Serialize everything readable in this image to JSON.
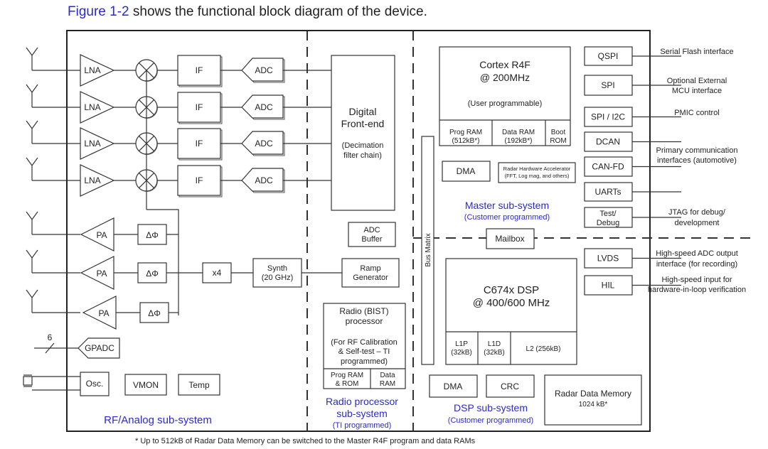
{
  "caption": {
    "figure_ref": "Figure 1-2",
    "text": " shows the functional block diagram of the device."
  },
  "rf": {
    "lna": [
      "LNA",
      "LNA",
      "LNA",
      "LNA"
    ],
    "if": [
      "IF",
      "IF",
      "IF",
      "IF"
    ],
    "adc": [
      "ADC",
      "ADC",
      "ADC",
      "ADC"
    ],
    "pa": [
      "PA",
      "PA",
      "PA"
    ],
    "phase": [
      "ΔΦ",
      "ΔΦ",
      "ΔΦ"
    ],
    "multiplier": "x4",
    "synth_line1": "Synth",
    "synth_line2": "(20 GHz)",
    "gpadc_count": "6",
    "gpadc": "GPADC",
    "osc": "Osc.",
    "vmon": "VMON",
    "temp": "Temp",
    "label": "RF/Analog sub-system"
  },
  "radio": {
    "dfe_line1": "Digital",
    "dfe_line2": "Front-end",
    "dfe_sub1": "(Decimation",
    "dfe_sub2": "filter chain)",
    "adc_buffer1": "ADC",
    "adc_buffer2": "Buffer",
    "ramp1": "Ramp",
    "ramp2": "Generator",
    "bist1": "Radio (BIST)",
    "bist2": "processor",
    "bist3": "(For RF Calibration",
    "bist4": "& Self-test  – TI",
    "bist5": "programmed)",
    "prog_ram1": "Prog RAM",
    "prog_ram2": "& ROM",
    "data_ram1": "Data",
    "data_ram2": "RAM",
    "label1": "Radio processor",
    "label2": "sub-system",
    "label3": "(TI programmed)"
  },
  "bus_matrix": "Bus Matrix",
  "master": {
    "cpu1": "Cortex R4F",
    "cpu2": "@ 200MHz",
    "cpu3": "(User programmable)",
    "prog_ram1": "Prog RAM",
    "prog_ram2": "(512kB*)",
    "data_ram1": "Data RAM",
    "data_ram2": "(192kB*)",
    "boot1": "Boot",
    "boot2": "ROM",
    "dma": "DMA",
    "hwa1": "Radar Hardware Accelerator",
    "hwa2": "(FFT, Log mag, and others)",
    "label1": "Master sub-system",
    "label2": "(Customer programmed)"
  },
  "mailbox": "Mailbox",
  "dsp": {
    "cpu1": "C674x DSP",
    "cpu2": "@ 400/600 MHz",
    "l1p1": "L1P",
    "l1p2": "(32kB)",
    "l1d1": "L1D",
    "l1d2": "(32kB)",
    "l2": "L2 (256kB)",
    "dma": "DMA",
    "crc": "CRC",
    "rdm1": "Radar Data Memory",
    "rdm2": "1024 kB*",
    "label1": "DSP sub-system",
    "label2": "(Customer programmed)"
  },
  "interfaces": [
    {
      "name": "QSPI",
      "desc": [
        "Serial Flash interface"
      ]
    },
    {
      "name": "SPI",
      "desc": [
        "Optional External",
        "MCU interface"
      ]
    },
    {
      "name": "SPI / I2C",
      "desc": [
        "PMIC control"
      ]
    },
    {
      "name": "DCAN",
      "desc": []
    },
    {
      "name": "CAN-FD",
      "desc": [
        "Primary communication",
        "interfaces (automotive)"
      ]
    },
    {
      "name": "UARTs",
      "desc": []
    },
    {
      "name1": "Test/",
      "name2": "Debug",
      "desc": [
        "JTAG for debug/",
        "development"
      ]
    },
    {
      "name": "LVDS",
      "desc": [
        "High-speed ADC output",
        "interface (for recording)"
      ]
    },
    {
      "name": "HIL",
      "desc": [
        "High-speed input for",
        "hardware-in-loop verification"
      ]
    }
  ],
  "footnote": "* Up to 512kB of Radar Data Memory can be switched to the Master R4F program and data RAMs"
}
